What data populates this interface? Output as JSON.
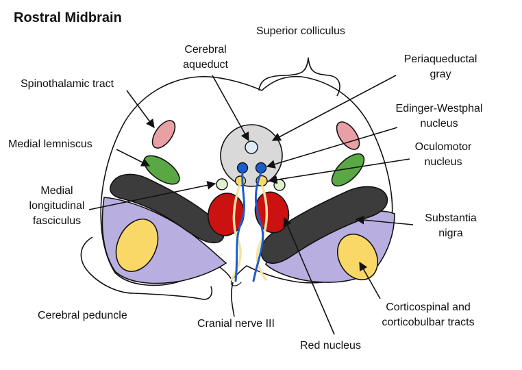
{
  "title": "Rostral Midbrain",
  "labels": {
    "superior_colliculus": "Superior colliculus",
    "cerebral_aqueduct_1": "Cerebral",
    "cerebral_aqueduct_2": "aqueduct",
    "periaqueductal_gray_1": "Periaqueductal",
    "periaqueductal_gray_2": "gray",
    "spinothalamic_tract": "Spinothalamic tract",
    "edinger_westphal_1": "Edinger-Westphal",
    "edinger_westphal_2": "nucleus",
    "medial_lemniscus": "Medial lemniscus",
    "oculomotor_nucleus_1": "Oculomotor",
    "oculomotor_nucleus_2": "nucleus",
    "mlf_1": "Medial",
    "mlf_2": "longitudinal",
    "mlf_3": "fasciculus",
    "substantia_nigra_1": "Substantia",
    "substantia_nigra_2": "nigra",
    "cerebral_peduncle": "Cerebral peduncle",
    "cranial_nerve_iii": "Cranial nerve III",
    "corticospinal_1": "Corticospinal and",
    "corticospinal_2": "corticobulbar tracts",
    "red_nucleus": "Red nucleus"
  },
  "colors": {
    "spinothalamic": "#e8a0a4",
    "medial_lemniscus": "#5aa844",
    "substantia_nigra": "#3c3c3c",
    "cerebral_peduncle": "#b8aee0",
    "corticospinal": "#fad867",
    "red_nucleus": "#cc1111",
    "periaqueductal_gray": "#d9d9d9",
    "aqueduct": "#dfeaf7",
    "edinger_westphal": "#1a5ccc",
    "oculomotor": "#fad867",
    "mlf": "#dff0cf",
    "nerve_blue": "#1a5ccc",
    "nerve_yellow": "#f5e3a0"
  }
}
